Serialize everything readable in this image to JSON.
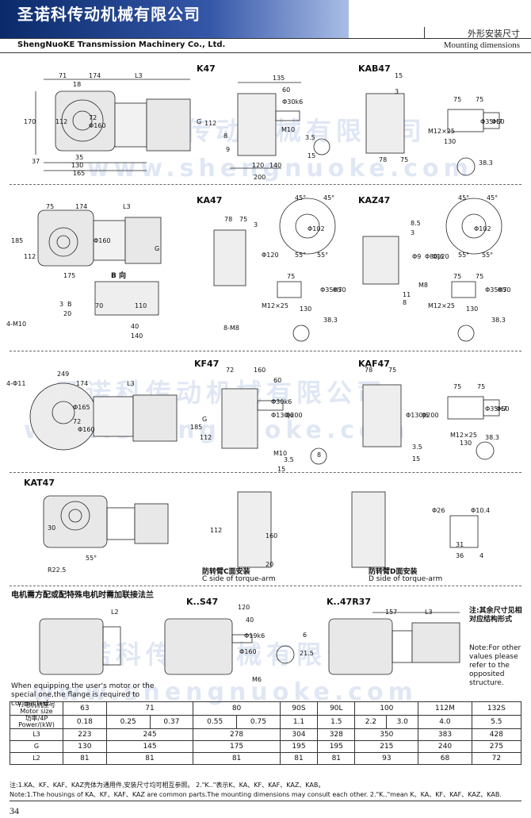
{
  "header": {
    "company_cn": "圣诺科传动机械有限公司",
    "company_en": "ShengNuoKE Transmission Machinery Co., Ltd.",
    "section_cn": "外形安装尺寸",
    "section_en": "Mounting dimensions"
  },
  "watermark": {
    "cn": "圣诺科传动机械有限公司",
    "url": "www.shengnuoke.com"
  },
  "models": {
    "k47": "K47",
    "kab47": "KAB47",
    "ka47": "KA47",
    "kaz47": "KAZ47",
    "kf47": "KF47",
    "kaf47": "KAF47",
    "kat47": "KAT47",
    "ks47": "K..S47",
    "k47r37": "K..47R37"
  },
  "labels": {
    "b_dir": "B 向",
    "torque_c_cn": "防转臂C面安装",
    "torque_c_en": "C side of torque-arm",
    "torque_d_cn": "防转臂D面安装",
    "torque_d_en": "D side of torque-arm"
  },
  "dims": {
    "k47": [
      "71",
      "174",
      "L3",
      "18",
      "170",
      "112",
      "37",
      "35",
      "130",
      "165",
      "G",
      "Φ160",
      "72",
      "112",
      "8",
      "9",
      "120",
      "140",
      "Φ30k6",
      "135",
      "60",
      "M10",
      "3.5",
      "15",
      "200"
    ],
    "kab47": [
      "15",
      "3",
      "75",
      "75",
      "M12×25",
      "130",
      "Φ35H7",
      "Φ50",
      "78",
      "75",
      "38.3"
    ],
    "ka47": [
      "75",
      "174",
      "L3",
      "185",
      "112",
      "175",
      "B",
      "G",
      "Φ160",
      "70",
      "110",
      "3",
      "20",
      "4-M10",
      "40",
      "140",
      "78",
      "75",
      "3",
      "Φ120",
      "8-M8",
      "75",
      "Φ35H7",
      "Φ50",
      "M12×25",
      "130",
      "38.3",
      "45°",
      "45°",
      "55°",
      "55°",
      "Φ102"
    ],
    "kaz47": [
      "8.5",
      "3",
      "Φ9",
      "Φ80j6",
      "Φ120",
      "M8",
      "11",
      "8",
      "75",
      "75",
      "Φ35H7",
      "Φ50",
      "M12×25",
      "130",
      "38.3",
      "45°",
      "45°",
      "55°",
      "55°",
      "Φ102"
    ],
    "kf47": [
      "4-Φ11",
      "249",
      "174",
      "L3",
      "Φ165",
      "Φ160",
      "72",
      "185",
      "112",
      "G",
      "72",
      "160",
      "60",
      "Φ30k6",
      "Φ130j6",
      "Φ200",
      "M10",
      "3.5",
      "15",
      "8"
    ],
    "kaf47": [
      "78",
      "75",
      "Φ130j6",
      "Φ200",
      "75",
      "75",
      "Φ35H7",
      "Φ50",
      "M12×25",
      "130",
      "38.3",
      "3.5",
      "15"
    ],
    "kat47": [
      "30",
      "R22.5",
      "55°",
      "112",
      "160",
      "20",
      "Φ26",
      "Φ10.4",
      "31",
      "36",
      "4"
    ],
    "ks47": [
      "120",
      "40",
      "L2",
      "Φ19k6",
      "Φ160",
      "M6",
      "6",
      "21.5",
      "L3",
      "157"
    ]
  },
  "notes": {
    "motor_cn": "电机需方配或配特殊电机时需加联接法兰",
    "motor_en": "When equipping the user's motor or the special one,the flange is required to connected.",
    "other_cn": "注:其余尺寸见相对应结构形式",
    "other_en": "Note:For other values please refer to the opposited structure."
  },
  "table": {
    "row_motor_label": "Y₂电机机座号 Motor size",
    "row_power_label": "功率/4P Power/(kW)",
    "motor_sizes": [
      "63",
      "71",
      "80",
      "90S",
      "90L",
      "100",
      "112M",
      "132S"
    ],
    "powers": [
      "0.18",
      "0.25",
      "0.37",
      "0.55",
      "0.75",
      "1.1",
      "1.5",
      "2.2",
      "3.0",
      "4.0",
      "5.5"
    ],
    "rows": [
      {
        "label": "L3",
        "values": [
          "223",
          "245",
          "278",
          "304",
          "328",
          "350",
          "383",
          "428"
        ]
      },
      {
        "label": "G",
        "values": [
          "130",
          "145",
          "175",
          "195",
          "195",
          "215",
          "240",
          "275"
        ]
      },
      {
        "label": "L2",
        "values": [
          "81",
          "81",
          "81",
          "81",
          "81",
          "93",
          "68",
          "72"
        ]
      }
    ]
  },
  "footer": {
    "note_cn": "注:1.KA、KF、KAF、KAZ壳体为通用件,安装尺寸均可相互参照。 2.\"K..\"表示K、KA、KF、KAF、KAZ、KAB。",
    "note_en": "Note:1.The housings of KA、KF、KAF、KAZ are common parts.The mounting dimensions may consult each other. 2.\"K..\"mean K、KA、KF、KAF、KAZ、KAB.",
    "page": "34"
  }
}
